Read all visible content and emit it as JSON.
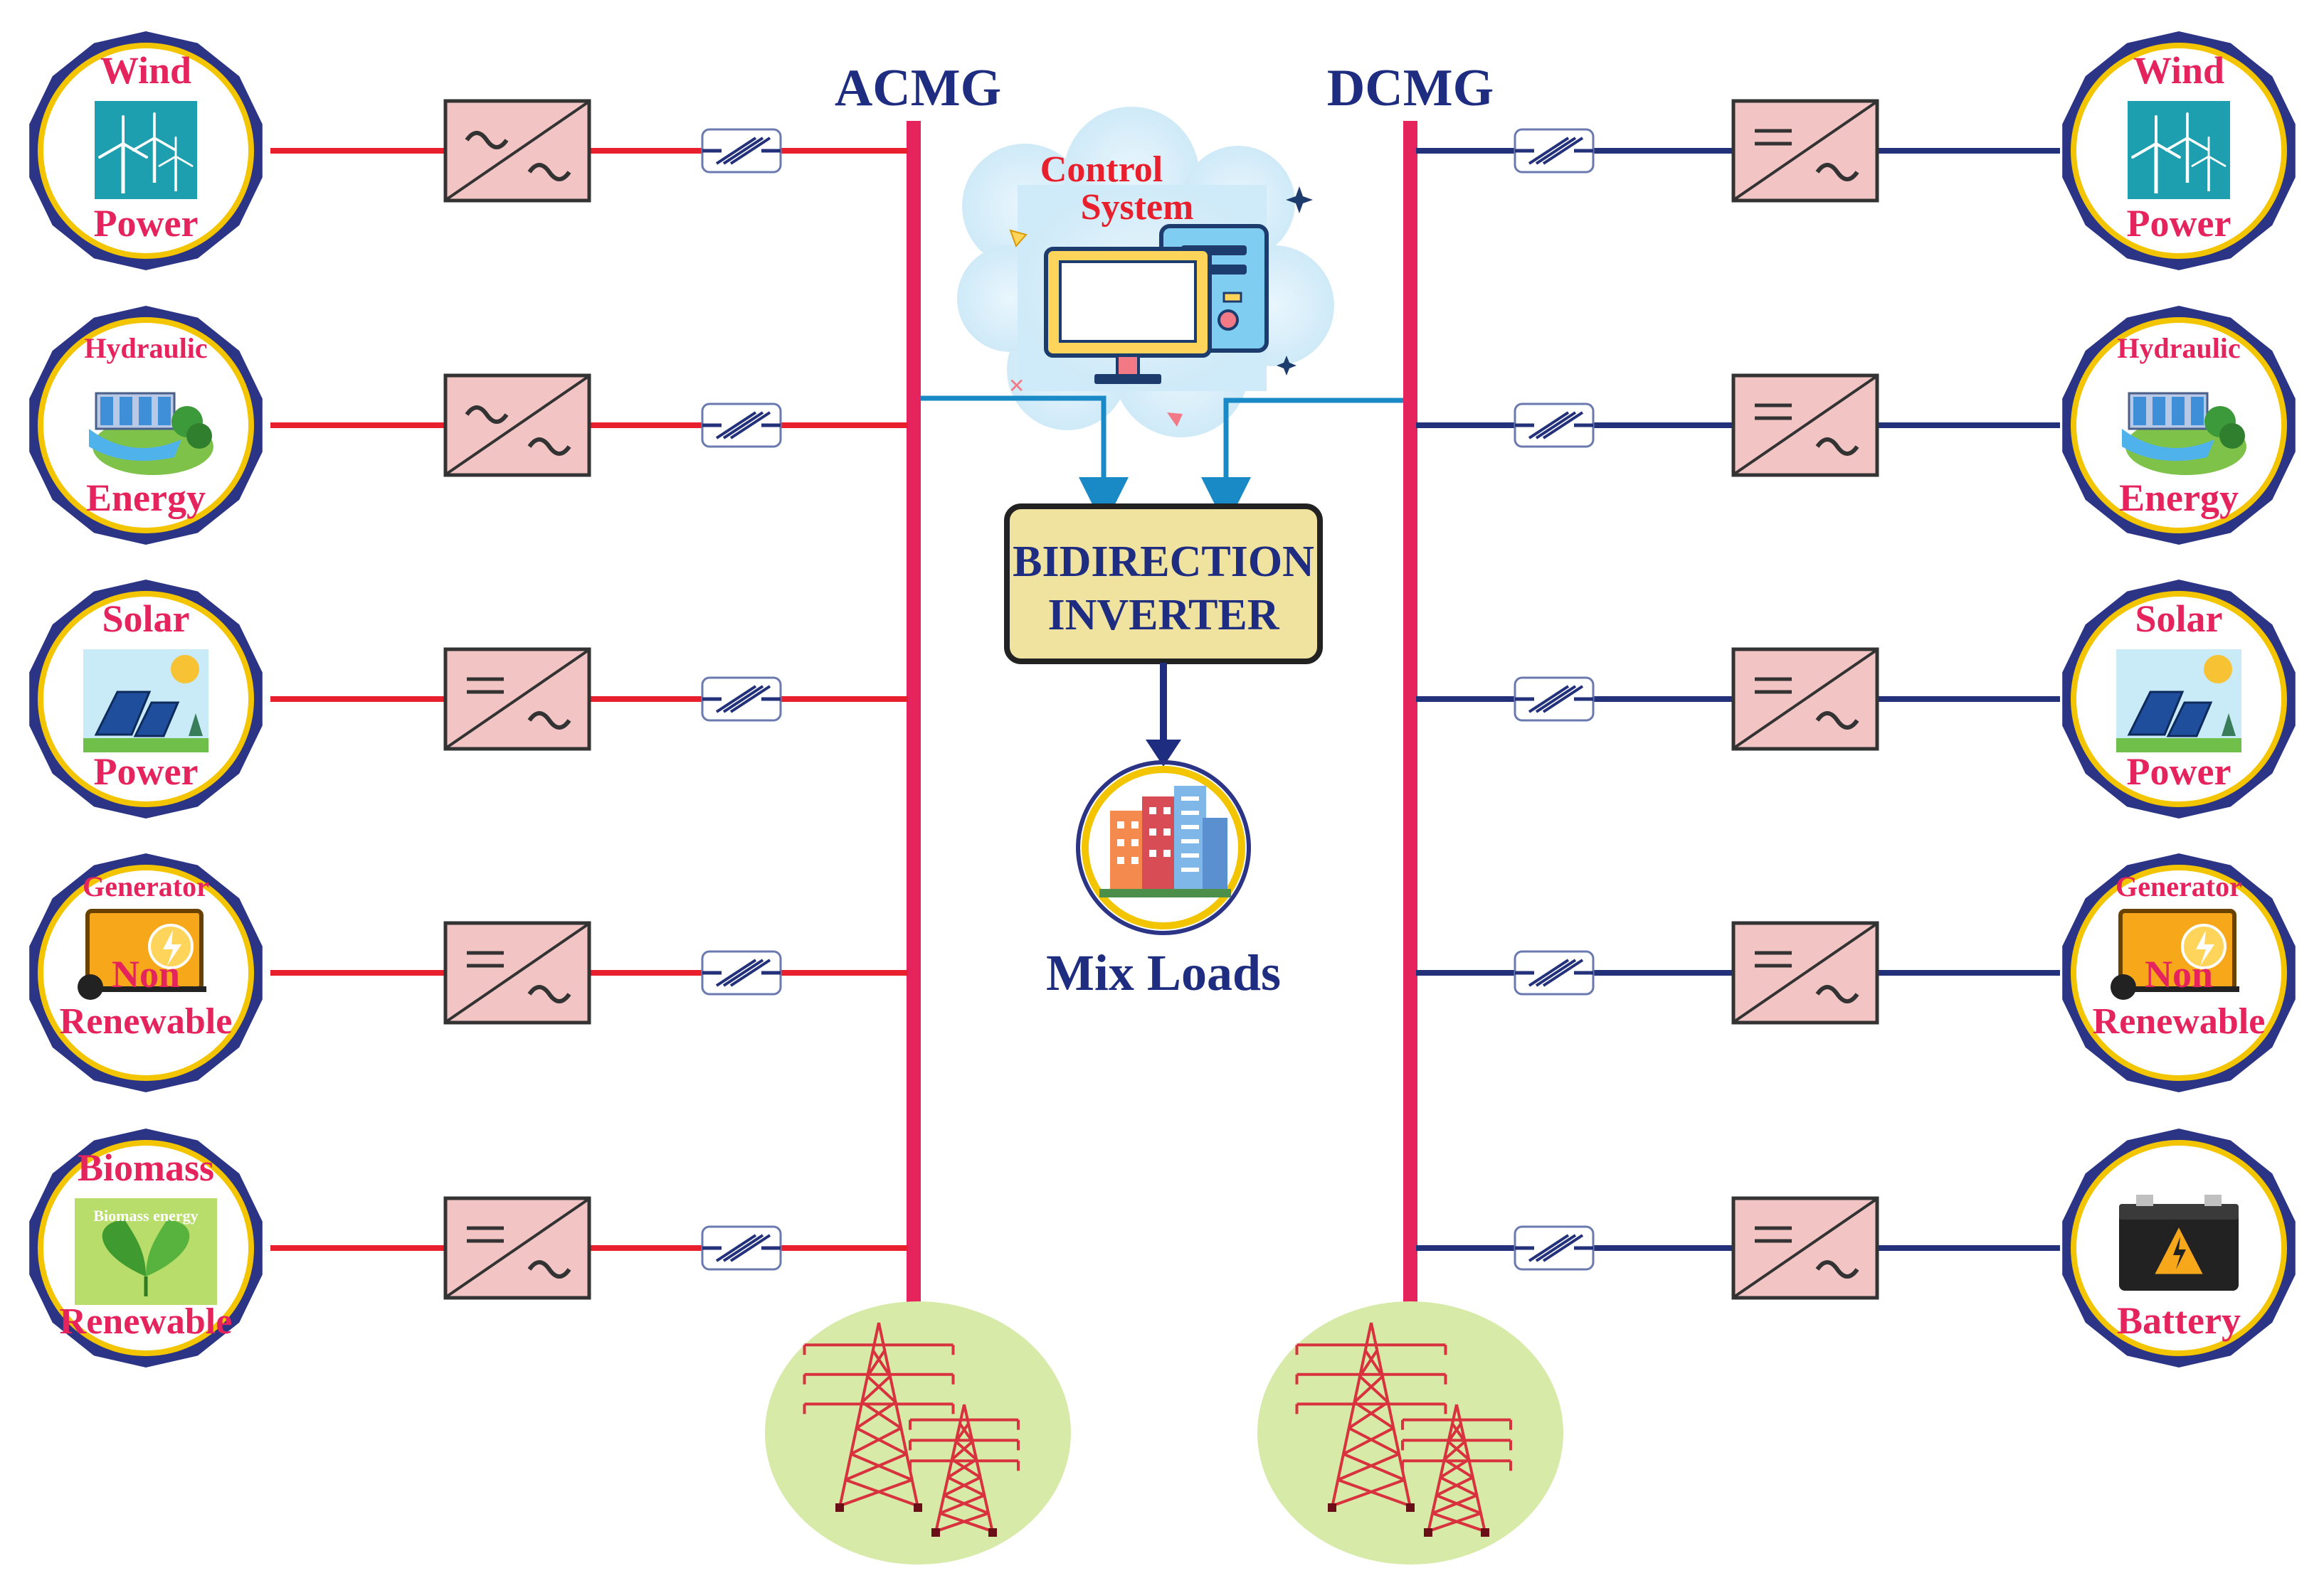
{
  "title_ac": "ACMG",
  "title_dc": "DCMG",
  "control": {
    "line1": "Control",
    "line2": "System"
  },
  "inverter": {
    "line1": "BIDIRECTION",
    "line2": "INVERTER"
  },
  "loads_label": "Mix Loads",
  "colors": {
    "ac_line": "#e8202d",
    "dc_line": "#23317a",
    "bus": "#e5245e",
    "title": "#1f2d80",
    "source_text": "#e5245e",
    "ring_outer": "#2c3485",
    "ring_inner": "#f2c500",
    "converter_fill": "#f2c4c4",
    "inverter_fill": "#efe39f",
    "control_line": "#1a8ac6",
    "grid_fill": "#d7eaa8",
    "tower": "#d8323f"
  },
  "ac_sources": [
    {
      "top": "Wind",
      "bottom": "Power",
      "icon": "wind-turbine-icon",
      "converter": "ac-ac"
    },
    {
      "top": "Hydraulic",
      "bottom": "Energy",
      "icon": "hydro-dam-icon",
      "converter": "ac-ac"
    },
    {
      "top": "Solar",
      "bottom": "Power",
      "icon": "solar-panel-icon",
      "converter": "dc-ac"
    },
    {
      "top": "Generator",
      "middle": "Non",
      "bottom": "Renewable",
      "icon": "generator-icon",
      "converter": "dc-ac"
    },
    {
      "top": "Biomass",
      "bottom": "Renewable",
      "icon": "biomass-leaf-icon",
      "icon_text": "Biomass energy",
      "converter": "dc-ac"
    }
  ],
  "dc_sources": [
    {
      "top": "Wind",
      "bottom": "Power",
      "icon": "wind-turbine-icon",
      "converter": "dc-ac"
    },
    {
      "top": "Hydraulic",
      "bottom": "Energy",
      "icon": "hydro-dam-icon",
      "converter": "dc-ac"
    },
    {
      "top": "Solar",
      "bottom": "Power",
      "icon": "solar-panel-icon",
      "converter": "dc-ac"
    },
    {
      "top": "Generator",
      "middle": "Non",
      "bottom": "Renewable",
      "icon": "generator-icon",
      "converter": "dc-ac"
    },
    {
      "top": "",
      "bottom": "Battery",
      "icon": "battery-icon",
      "converter": "dc-ac"
    }
  ]
}
